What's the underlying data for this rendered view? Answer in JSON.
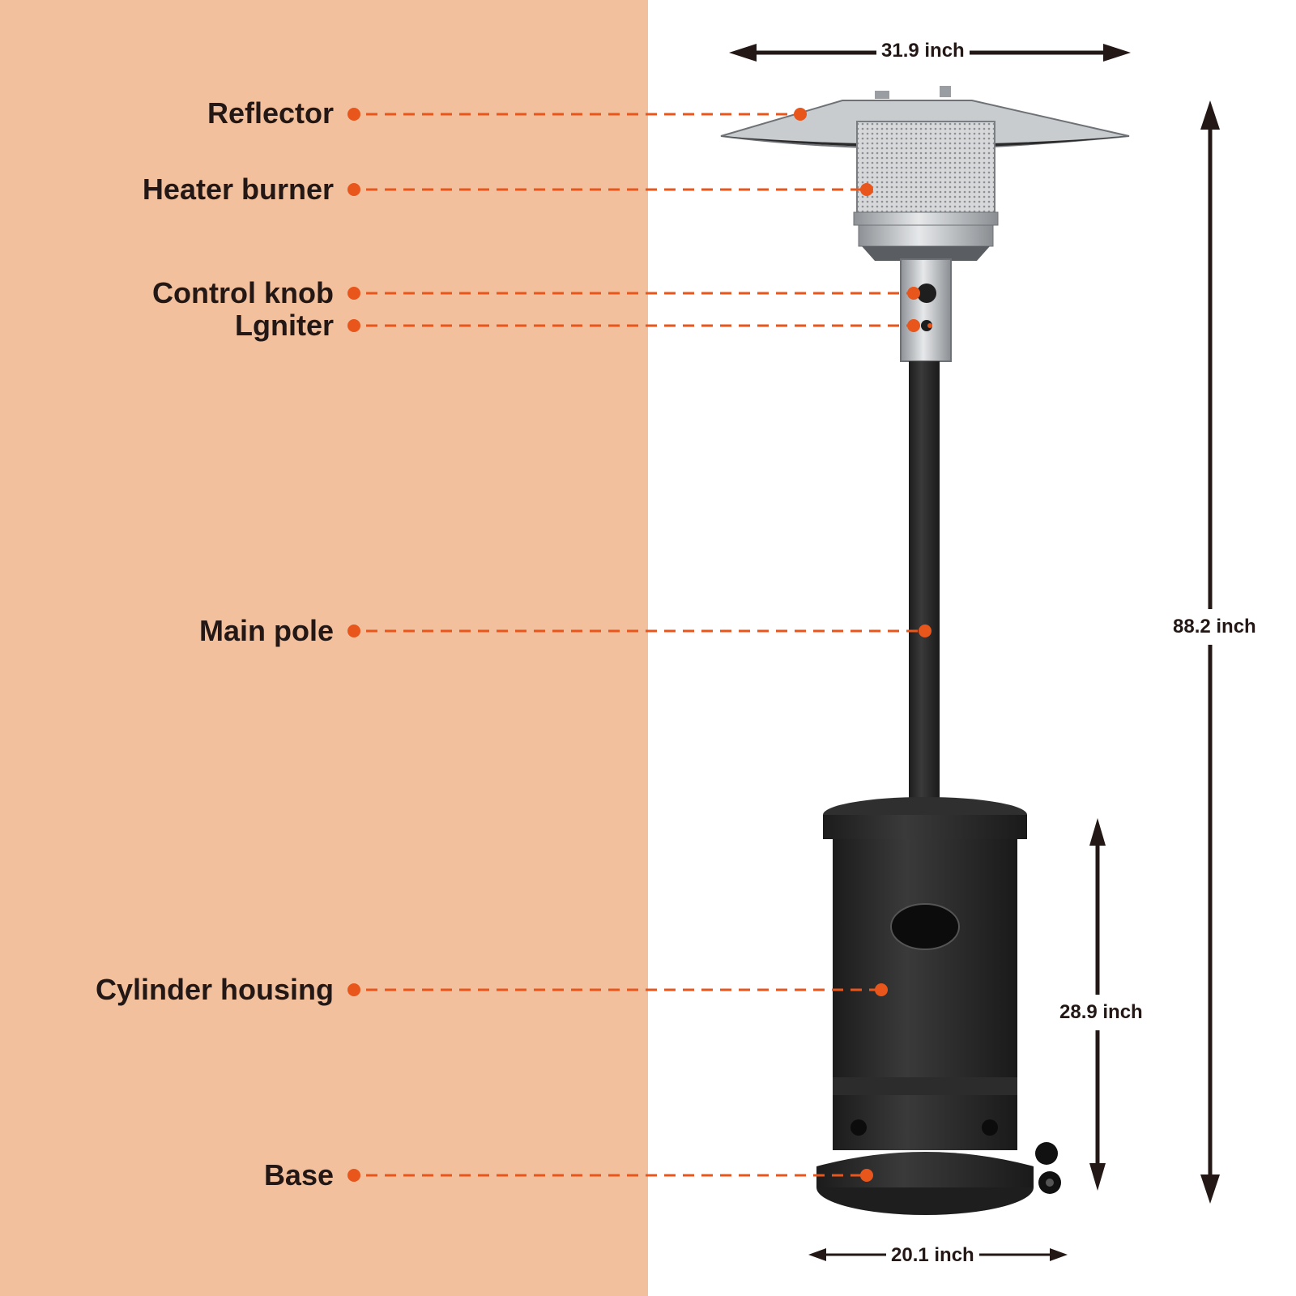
{
  "colors": {
    "panel": "#f2c09c",
    "accent": "#e8561c",
    "text": "#231815",
    "heater_body": "#2b2b2b",
    "steel": "#b9bcbf"
  },
  "parts": [
    {
      "id": "reflector",
      "label": "Reflector"
    },
    {
      "id": "heater-burner",
      "label": "Heater burner"
    },
    {
      "id": "control-knob",
      "label": "Control knob"
    },
    {
      "id": "igniter",
      "label": "Lgniter"
    },
    {
      "id": "main-pole",
      "label": "Main pole"
    },
    {
      "id": "cylinder-housing",
      "label": "Cylinder housing"
    },
    {
      "id": "base",
      "label": "Base"
    }
  ],
  "dimensions": {
    "top_width": "31.9 inch",
    "total_height": "88.2 inch",
    "housing_height": "28.9 inch",
    "base_width": "20.1 inch"
  }
}
